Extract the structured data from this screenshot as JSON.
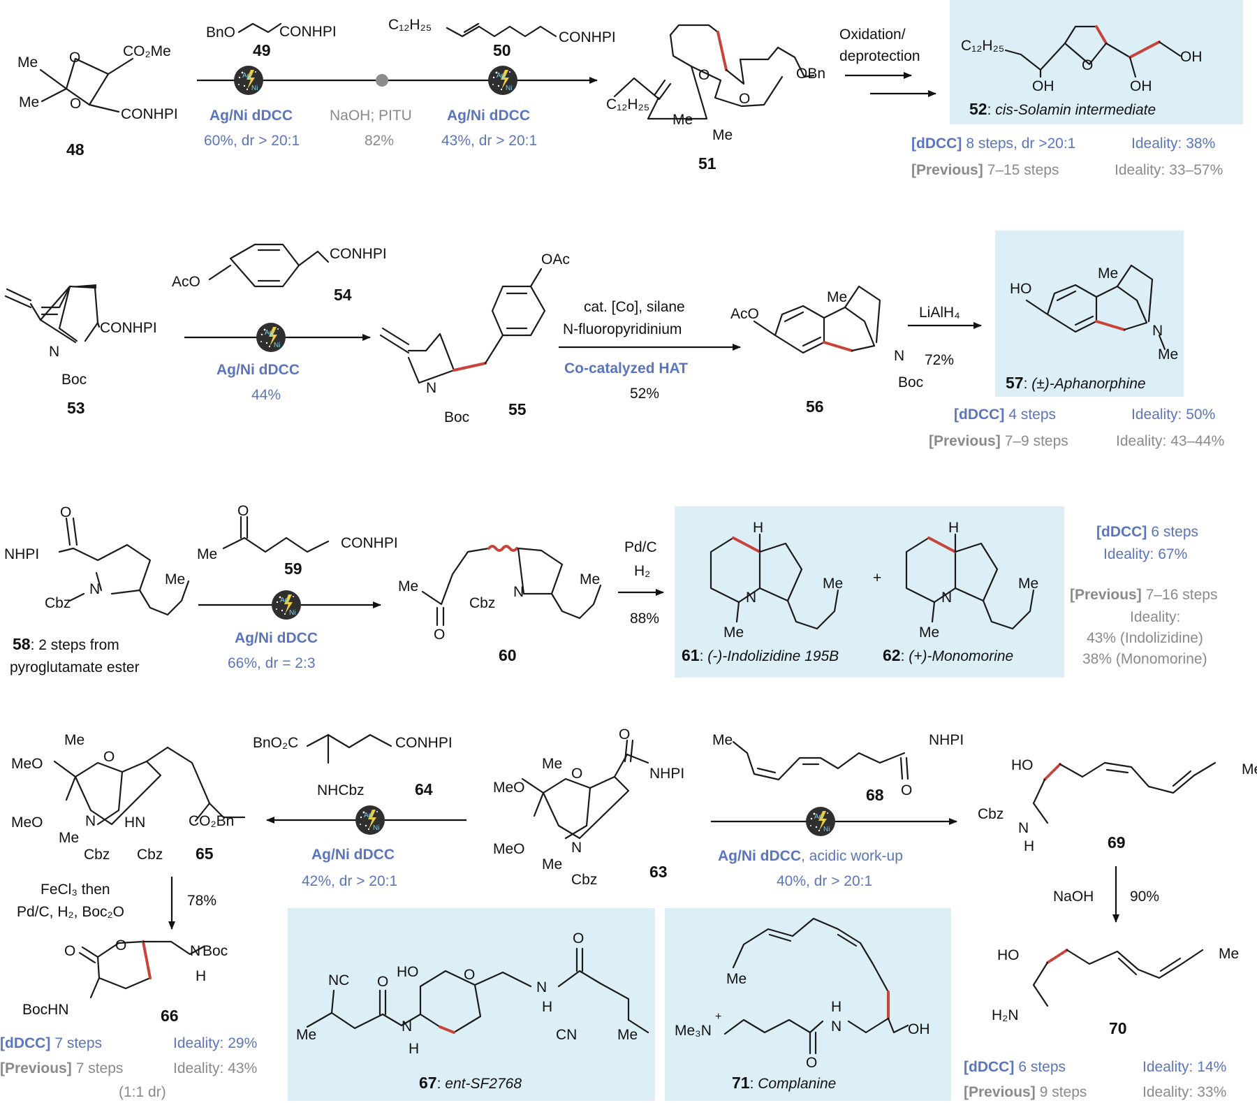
{
  "colors": {
    "new_bond": "#c8433a",
    "dDCC_text": "#5a75be",
    "previous_text": "#8a8a8a",
    "highlight_box": "#ddeff6"
  },
  "icons": [
    "photocatalyst-ag-ni-icon"
  ],
  "panel1": {
    "cmpd48": "48",
    "cmpd49": "49",
    "cmpd50": "50",
    "cmpd51": "51",
    "cmpd52": "52",
    "reagent49": "BnO",
    "reagent49b": "CONHPI",
    "reagent50a": "C₁₂H₂₅",
    "reagent50b": "CONHPI",
    "cond1_name": "Ag/Ni dDCC",
    "cond1_yield": "60%, dr > 20:1",
    "cond2_name": "NaOH; PITU",
    "cond2_yield": "82%",
    "cond3_name": "Ag/Ni dDCC",
    "cond3_yield": "43%, dr > 20:1",
    "cond4_line1": "Oxidation/",
    "cond4_line2": "deprotection",
    "product_name": "cis-Solamin intermediate",
    "dDCC_label": "[dDCC]",
    "dDCC_steps": "8 steps, dr >20:1",
    "dDCC_ideality": "Ideality: 38%",
    "prev_label": "[Previous]",
    "prev_steps": "7–15 steps",
    "prev_ideality": "Ideality: 33–57%"
  },
  "panel2": {
    "cmpd53": "53",
    "cmpd54": "54",
    "cmpd55": "55",
    "cmpd56": "56",
    "cmpd57": "57",
    "cond1_name": "Ag/Ni dDCC",
    "cond1_yield": "44%",
    "cond2_line1": "cat. [Co], silane",
    "cond2_line2": "N-fluoropyridinium",
    "cond2_name": "Co-catalyzed HAT",
    "cond2_yield": "52%",
    "cond3_reagent": "LiAlH₄",
    "cond3_yield": "72%",
    "product_name": "(±)-Aphanorphine",
    "dDCC_label": "[dDCC]",
    "dDCC_steps": "4 steps",
    "dDCC_ideality": "Ideality: 50%",
    "prev_label": "[Previous]",
    "prev_steps": "7–9 steps",
    "prev_ideality": "Ideality: 43–44%"
  },
  "panel3": {
    "cmpd58": "58",
    "cmpd58_note1": ": 2 steps from",
    "cmpd58_note2": "pyroglutamate ester",
    "cmpd59": "59",
    "cmpd60": "60",
    "cmpd61": "61",
    "cmpd62": "62",
    "cond1_name": "Ag/Ni dDCC",
    "cond1_yield": "66%, dr = 2:3",
    "cond2_reagent": "Pd/C",
    "cond2_reagent2": "H₂",
    "cond2_yield": "88%",
    "product61_name": "(-)-Indolizidine 195B",
    "product62_name": "(+)-Monomorine",
    "dDCC_label": "[dDCC]",
    "dDCC_steps": "6 steps",
    "dDCC_ideality": "Ideality: 67%",
    "prev_label": "[Previous]",
    "prev_steps": "7–16 steps",
    "prev_ideality": "Ideality:",
    "prev_ideality_a": "43% (Indolizidine)",
    "prev_ideality_b": "38% (Monomorine)"
  },
  "panel4": {
    "cmpd63": "63",
    "cmpd64": "64",
    "cmpd65": "65",
    "cmpd66": "66",
    "cmpd67": "67",
    "cmpd68": "68",
    "cmpd69": "69",
    "cmpd70": "70",
    "cmpd71": "71",
    "left_cond_name": "Ag/Ni dDCC",
    "left_cond_yield": "42%, dr > 20:1",
    "right_cond_name": "Ag/Ni dDCC",
    "right_cond_extra": ", acidic work-up",
    "right_cond_yield": "40%, dr > 20:1",
    "cond65_line1": "FeCl₃ then",
    "cond65_line2": "Pd/C, H₂, Boc₂O",
    "cond65_yield": "78%",
    "cond69_reagent": "NaOH",
    "cond69_yield": "90%",
    "product67_name": "ent-SF2768",
    "product71_name": "Complanine",
    "left_dDCC_label": "[dDCC]",
    "left_dDCC_steps": "7 steps",
    "left_dDCC_ideality": "Ideality: 29%",
    "left_prev_label": "[Previous]",
    "left_prev_steps": "7 steps",
    "left_prev_ideality": "Ideality: 43%",
    "left_prev_note": "(1:1 dr)",
    "right_dDCC_label": "[dDCC]",
    "right_dDCC_steps": "6 steps",
    "right_dDCC_ideality": "Ideality: 14%",
    "right_prev_label": "[Previous]",
    "right_prev_steps": "9 steps",
    "right_prev_ideality": "Ideality: 33%"
  },
  "labels": {
    "Me": "Me",
    "O": "O",
    "N": "N",
    "H": "H",
    "OH": "OH",
    "CO2Me": "CO₂Me",
    "CONHPI": "CONHPI",
    "NHPI": "NHPI",
    "Boc": "Boc",
    "Cbz": "Cbz",
    "OBn": "OBn",
    "C12H25": "C₁₂H₂₅",
    "AcO": "AcO",
    "OAc": "OAc",
    "HO": "HO",
    "MeO": "MeO",
    "CO2Bn": "CO₂Bn",
    "BnO2C": "BnO₂C",
    "NHCbz": "NHCbz",
    "HN": "HN",
    "BocHN": "BocHN",
    "NC": "NC",
    "CN": "CN",
    "H2N": "H₂N",
    "Me3N": "Me₃N",
    "plus": "+",
    "Ag": "Ag",
    "Ni": "Ni"
  }
}
